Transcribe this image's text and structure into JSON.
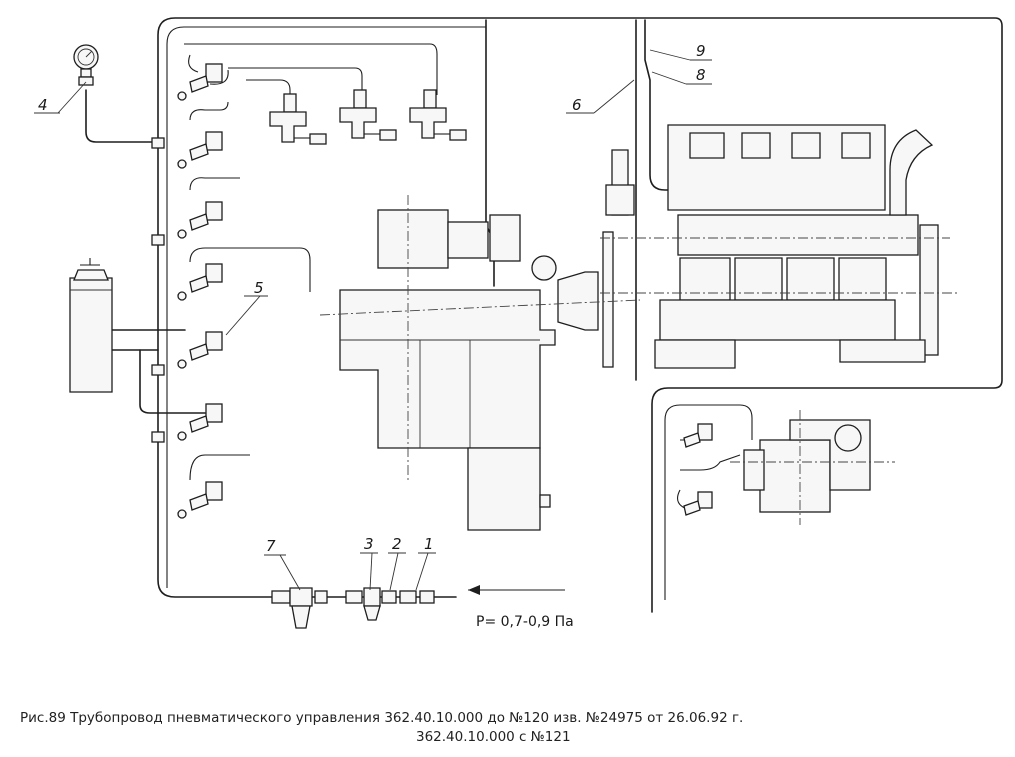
{
  "labels": {
    "l1": "1",
    "l2": "2",
    "l3": "3",
    "l4": "4",
    "l5": "5",
    "l6": "6",
    "l7": "7",
    "l8": "8",
    "l9": "9"
  },
  "pressure": "P= 0,7-0,9 Па",
  "caption": {
    "line1": "Рис.89 Трубопровод пневматического управления 362.40.10.000 до №120 изв. №24975 от 26.06.92 г.",
    "line2": "362.40.10.000 с №121"
  }
}
